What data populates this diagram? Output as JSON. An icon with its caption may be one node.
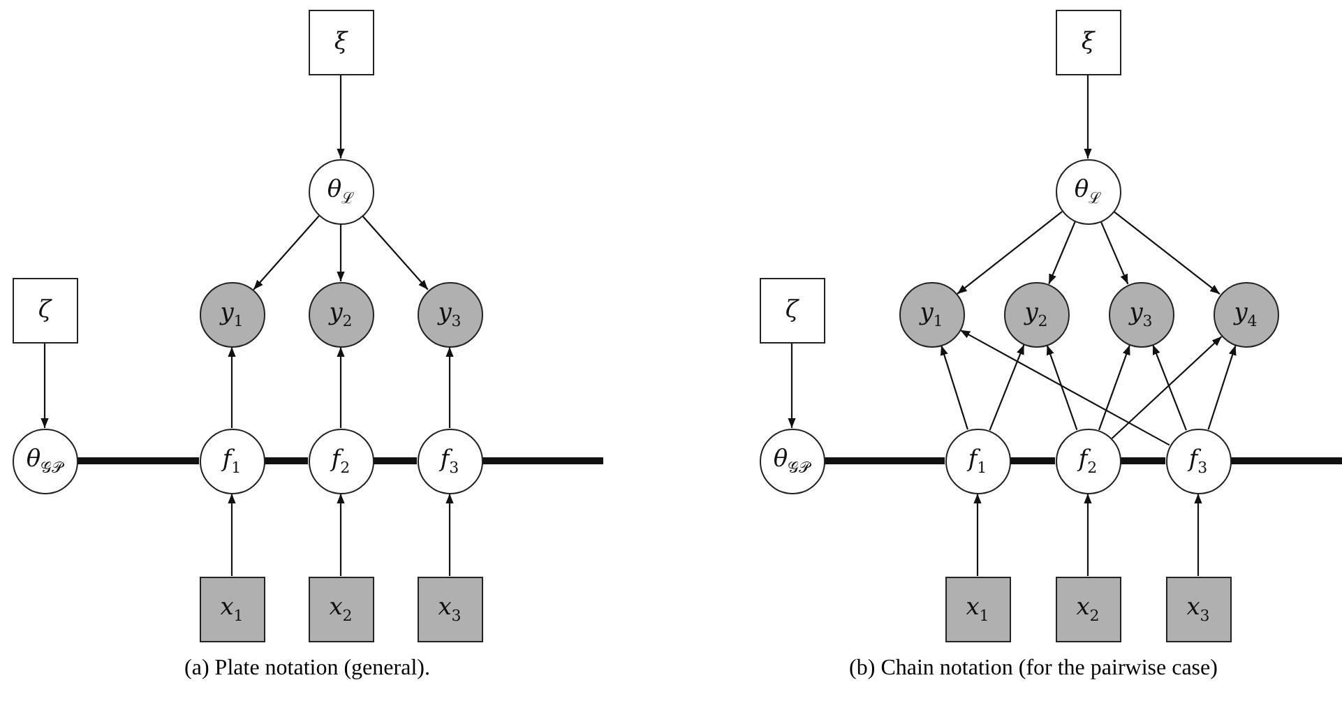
{
  "diagram": {
    "nodes": [
      {
        "text": [
          "ξ"
        ]
      },
      {
        "text": [
          "θ$_{ℒ}$"
        ]
      },
      {
        "text": [
          "ζ"
        ]
      },
      {
        "text": [
          "y$_{1}$"
        ]
      },
      {
        "text": [
          "y$_{2}$"
        ]
      },
      {
        "text": [
          "y$_{3}$"
        ]
      },
      {
        "text": [
          "θ$_{𝒢𝒫}$"
        ]
      },
      {
        "text": [
          "f$_{1}$"
        ]
      },
      {
        "text": [
          "f$_{2}$"
        ]
      },
      {
        "text": [
          "f$_{3}$"
        ]
      },
      {
        "text": [
          "x$_{1}$"
        ]
      },
      {
        "text": [
          "x$_{2}$"
        ]
      },
      {
        "text": [
          "x$_{3}$"
        ]
      },
      {
        "text": [
          "ξ"
        ]
      },
      {
        "text": [
          "θ$_{ℒ}$"
        ]
      },
      {
        "text": [
          "ζ"
        ]
      },
      {
        "text": [
          "y$_{1}$"
        ]
      },
      {
        "text": [
          "y$_{2}$"
        ]
      },
      {
        "text": [
          "y$_{3}$"
        ]
      },
      {
        "text": [
          "y$_{4}$"
        ]
      },
      {
        "text": [
          "θ$_{𝒢𝒫}$"
        ]
      },
      {
        "text": [
          "f$_{1}$"
        ]
      },
      {
        "text": [
          "f$_{2}$"
        ]
      },
      {
        "text": [
          "f$_{3}$"
        ]
      },
      {
        "text": [
          "x$_{1}$"
        ]
      },
      {
        "text": [
          "x$_{2}$"
        ]
      },
      {
        "text": [
          "x$_{3}$"
        ]
      }
    ],
    "edges": [
      {
        "from": 0,
        "to": 1,
        "arrow": "to"
      },
      {
        "from": 1,
        "to": 3,
        "arrow": "to"
      },
      {
        "from": 1,
        "to": 4,
        "arrow": "to"
      },
      {
        "from": 1,
        "to": 5,
        "arrow": "to"
      },
      {
        "from": 2,
        "to": 6,
        "arrow": "to"
      },
      {
        "from": 7,
        "to": 3,
        "arrow": "to"
      },
      {
        "from": 8,
        "to": 4,
        "arrow": "to"
      },
      {
        "from": 9,
        "to": 5,
        "arrow": "to"
      },
      {
        "from": 10,
        "to": 7,
        "arrow": "to"
      },
      {
        "from": 11,
        "to": 8,
        "arrow": "to"
      },
      {
        "from": 12,
        "to": 9,
        "arrow": "to"
      },
      {
        "from": 6,
        "to": 7,
        "arrow": "none",
        "style": "thick"
      },
      {
        "from": 7,
        "to": 8,
        "arrow": "none",
        "style": "thick"
      },
      {
        "from": 8,
        "to": 9,
        "arrow": "none",
        "style": "thick"
      },
      {
        "from": 9,
        "to": null,
        "arrow": "none",
        "style": "thick"
      },
      {
        "from": 13,
        "to": 14,
        "arrow": "to"
      },
      {
        "from": 14,
        "to": 16,
        "arrow": "to"
      },
      {
        "from": 14,
        "to": 17,
        "arrow": "to"
      },
      {
        "from": 14,
        "to": 18,
        "arrow": "to"
      },
      {
        "from": 14,
        "to": 19,
        "arrow": "to"
      },
      {
        "from": 15,
        "to": 20,
        "arrow": "to"
      },
      {
        "from": 21,
        "to": 16,
        "arrow": "to"
      },
      {
        "from": 21,
        "to": 17,
        "arrow": "to"
      },
      {
        "from": 22,
        "to": 17,
        "arrow": "to"
      },
      {
        "from": 22,
        "to": 18,
        "arrow": "to"
      },
      {
        "from": 22,
        "to": 19,
        "arrow": "to"
      },
      {
        "from": 23,
        "to": 16,
        "arrow": "to"
      },
      {
        "from": 23,
        "to": 18,
        "arrow": "to"
      },
      {
        "from": 23,
        "to": 19,
        "arrow": "to"
      },
      {
        "from": 24,
        "to": 21,
        "arrow": "to"
      },
      {
        "from": 25,
        "to": 22,
        "arrow": "to"
      },
      {
        "from": 26,
        "to": 23,
        "arrow": "to"
      },
      {
        "from": 20,
        "to": 21,
        "arrow": "none",
        "style": "thick"
      },
      {
        "from": 21,
        "to": 22,
        "arrow": "none",
        "style": "thick"
      },
      {
        "from": 22,
        "to": 23,
        "arrow": "none",
        "style": "thick"
      },
      {
        "from": 23,
        "to": null,
        "arrow": "none",
        "style": "thick"
      }
    ],
    "labels": [
      "(a) Plate notation (general).",
      "(b) Chain notation (for the pairwise case)"
    ]
  }
}
